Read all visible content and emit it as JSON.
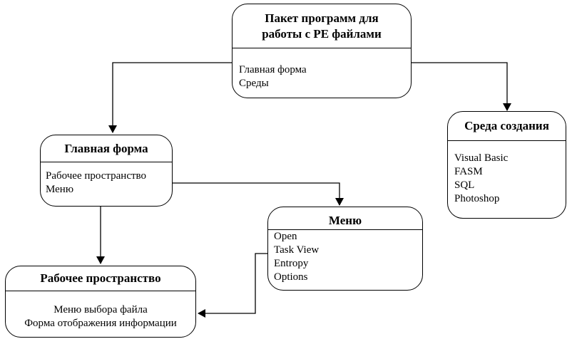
{
  "nodes": {
    "package": {
      "title_line1": "Пакет программ для",
      "title_line2": "работы с PE файлами",
      "items": [
        "Главная форма",
        "Среды"
      ]
    },
    "env": {
      "title": "Среда создания",
      "items": [
        "Visual Basic",
        "FASM",
        "SQL",
        "Photoshop"
      ]
    },
    "main_form": {
      "title": "Главная форма",
      "items": [
        "Рабочее пространство",
        "Меню"
      ]
    },
    "menu": {
      "title": "Меню",
      "items": [
        "Open",
        "Task View",
        "Entropy",
        "Options"
      ]
    },
    "workspace": {
      "title": "Рабочее пространство",
      "items": [
        "Меню выбора файла",
        "Форма отображения информации"
      ]
    }
  },
  "colors": {
    "stroke": "#000000",
    "background": "#ffffff"
  }
}
